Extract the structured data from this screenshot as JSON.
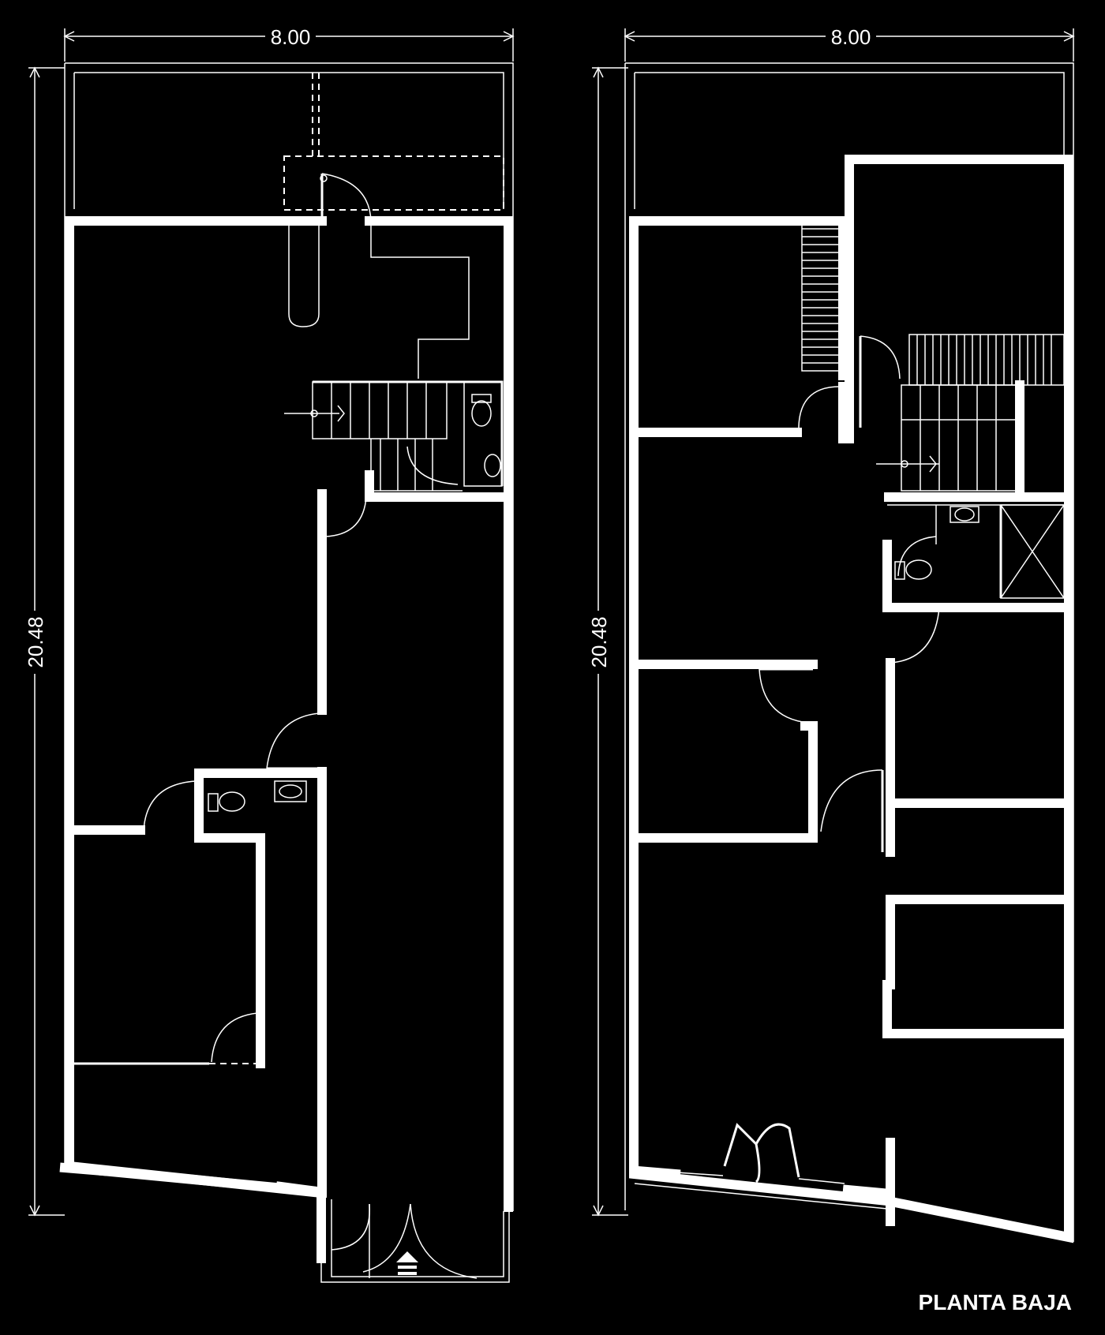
{
  "drawing": {
    "title": "PLANTA BAJA",
    "plans": [
      {
        "id": "left",
        "width_label": "8.00",
        "depth_label": "20.48"
      },
      {
        "id": "right",
        "width_label": "8.00",
        "depth_label": "20.48"
      }
    ]
  }
}
